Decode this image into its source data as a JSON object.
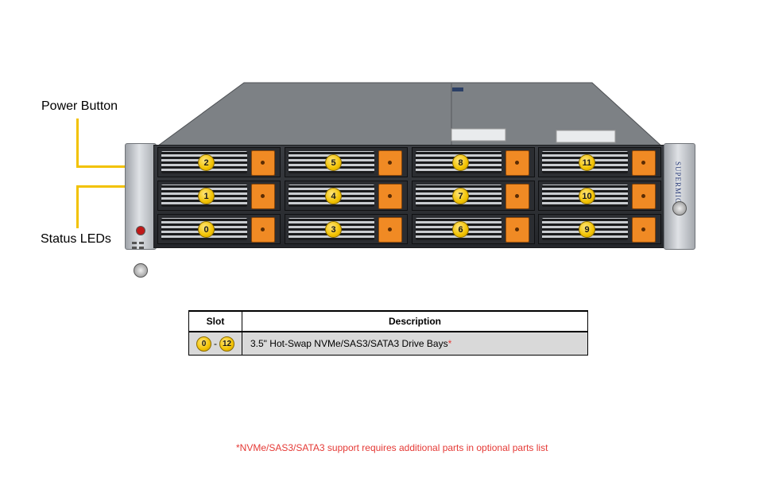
{
  "callouts": {
    "power_button": "Power Button",
    "status_leds": "Status LEDs"
  },
  "brand": "SUPERMICRO",
  "bays": {
    "rows": [
      [
        "2",
        "5",
        "8",
        "11"
      ],
      [
        "1",
        "4",
        "7",
        "10"
      ],
      [
        "0",
        "3",
        "6",
        "9"
      ]
    ]
  },
  "table": {
    "header_slot": "Slot",
    "header_description": "Description",
    "row": {
      "slot_start": "0",
      "slot_sep": "-",
      "slot_end": "12",
      "description": "3.5\" Hot-Swap NVMe/SAS3/SATA3 Drive Bays",
      "asterisk": "*"
    }
  },
  "footnote": "*NVMe/SAS3/SATA3 support requires additional parts in optional parts list",
  "colors": {
    "callout_line": "#f2c200",
    "latch": "#f08a24",
    "badge": "#f2c200",
    "footnote": "#e53935"
  }
}
